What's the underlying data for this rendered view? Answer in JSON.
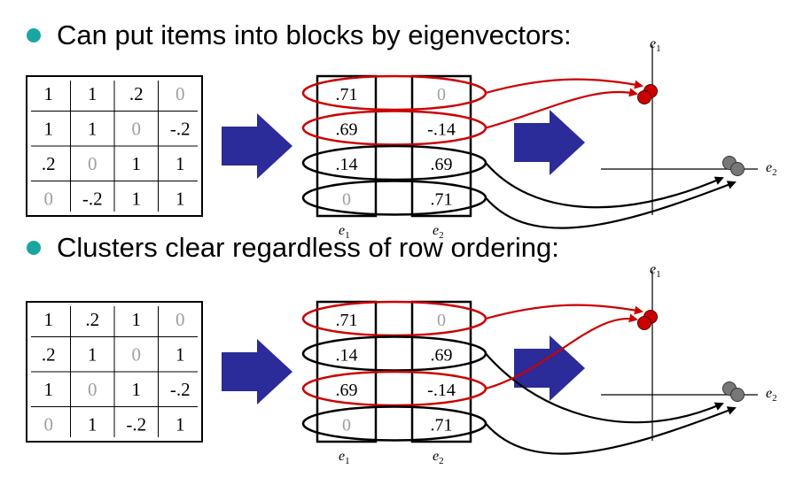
{
  "bullets": [
    "Can put items into blocks by eigenvectors:",
    "Clusters clear regardless of row ordering:"
  ],
  "panels": [
    {
      "matrix": [
        [
          "1",
          "1",
          ".2",
          "0"
        ],
        [
          "1",
          "1",
          "0",
          "-.2"
        ],
        [
          ".2",
          "0",
          "1",
          "1"
        ],
        [
          "0",
          "-.2",
          "1",
          "1"
        ]
      ],
      "e1_values": [
        ".71",
        ".69",
        ".14",
        "0"
      ],
      "e2_values": [
        "0",
        "-.14",
        ".69",
        ".71"
      ],
      "row_groups": [
        "red",
        "red",
        "black",
        "black"
      ]
    },
    {
      "matrix": [
        [
          "1",
          ".2",
          "1",
          "0"
        ],
        [
          ".2",
          "1",
          "0",
          "1"
        ],
        [
          "1",
          "0",
          "1",
          "-.2"
        ],
        [
          "0",
          "1",
          "-.2",
          "1"
        ]
      ],
      "e1_values": [
        ".71",
        ".14",
        ".69",
        "0"
      ],
      "e2_values": [
        "0",
        ".69",
        "-.14",
        ".71"
      ],
      "row_groups": [
        "red",
        "black",
        "red",
        "black"
      ]
    }
  ],
  "labels": {
    "e1_base": "e",
    "e1_sub": "1",
    "e2_base": "e",
    "e2_sub": "2"
  },
  "colors": {
    "bullet": "#1aa6a0",
    "arrow_fill": "#2b2b9a",
    "red_group": "#cc0000",
    "black_group": "#000000",
    "grey_text": "#a0a0a0",
    "red_point": "#cc0000",
    "grey_point": "#777777"
  }
}
